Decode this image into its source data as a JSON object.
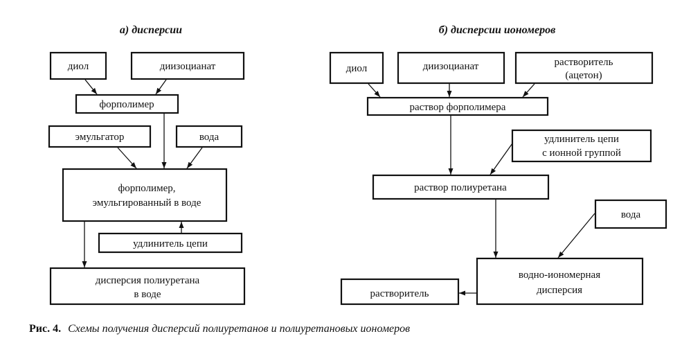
{
  "diagram": {
    "panel_a": {
      "title": "а) дисперсии",
      "nodes": {
        "diol": "диол",
        "diisocyanate": "диизоцианат",
        "prepolymer": "форполимер",
        "emulsifier": "эмульгатор",
        "water": "вода",
        "emulsified_1": "форполимер,",
        "emulsified_2": "эмульгированный в воде",
        "chain_extender": "удлинитель цепи",
        "dispersion_1": "дисперсия полиуретана",
        "dispersion_2": "в воде"
      },
      "edges": [
        [
          "diol",
          "prepolymer"
        ],
        [
          "diisocyanate",
          "prepolymer"
        ],
        [
          "prepolymer",
          "emulsified"
        ],
        [
          "emulsifier",
          "emulsified"
        ],
        [
          "water",
          "emulsified"
        ],
        [
          "chain_extender",
          "emulsified"
        ],
        [
          "emulsified",
          "dispersion"
        ]
      ]
    },
    "panel_b": {
      "title": "б) дисперсии иономеров",
      "nodes": {
        "diol": "диол",
        "diisocyanate": "диизоцианат",
        "solvent_acetone_1": "растворитель",
        "solvent_acetone_2": "(ацетон)",
        "prepolymer_solution": "раствор форполимера",
        "ionic_extender_1": "удлинитель цепи",
        "ionic_extender_2": "с ионной группой",
        "pu_solution": "раствор полиуретана",
        "water": "вода",
        "ionomer_dispersion_1": "водно-иономерная",
        "ionomer_dispersion_2": "дисперсия",
        "solvent_out": "растворитель"
      },
      "edges": [
        [
          "diol",
          "prepolymer_solution"
        ],
        [
          "diisocyanate",
          "prepolymer_solution"
        ],
        [
          "solvent_acetone",
          "prepolymer_solution"
        ],
        [
          "prepolymer_solution",
          "pu_solution"
        ],
        [
          "ionic_extender",
          "pu_solution"
        ],
        [
          "pu_solution",
          "ionomer_dispersion"
        ],
        [
          "water",
          "ionomer_dispersion"
        ],
        [
          "ionomer_dispersion",
          "solvent_out"
        ]
      ]
    },
    "caption": {
      "label": "Рис. 4.",
      "text": "Схемы получения дисперсий полиуретанов и полиуретановых иономеров"
    }
  }
}
